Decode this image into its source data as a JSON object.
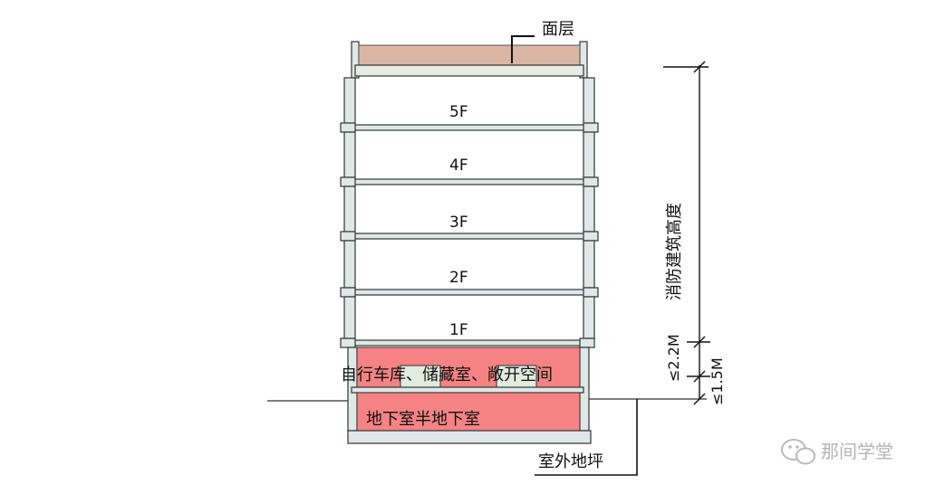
{
  "labels": {
    "roof": "面层",
    "floors": [
      "5F",
      "4F",
      "3F",
      "2F",
      "1F"
    ],
    "half_level": "自行车库、储藏室、敞开空间",
    "basement": "地下室半地下室",
    "outdoor_ground": "室外地坪",
    "fire_height": "消防建筑高度",
    "dim_upper": "≤2.2M",
    "dim_lower": "≤1.5M"
  },
  "watermark": {
    "text": "那间学堂",
    "icon": "wechat-icon"
  },
  "colors": {
    "roof": "#d9b6a6",
    "basement_fill": "#f58383",
    "half_level_fill": "#f58383",
    "window": "#e3eadf",
    "wall": "#dfe8e6",
    "line": "#333333"
  }
}
